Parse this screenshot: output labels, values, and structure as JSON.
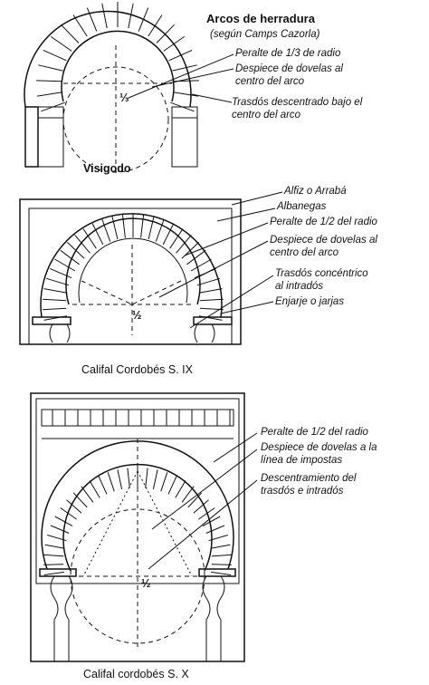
{
  "title": "Arcos de herradura",
  "subtitle": "(según Camps Cazorla)",
  "fig1": {
    "caption": "Visigodo",
    "labels": [
      "Peralte de 1/3 de radio",
      "Despiece de dovelas al",
      "centro del arco",
      "Trasdós descentrado bajo el",
      "centro del arco"
    ],
    "fraction": "⅓"
  },
  "fig2": {
    "caption": "Califal Cordobés S. IX",
    "labels": [
      "Alfiz o Arrabá",
      "Albanegas",
      "Peralte de 1/2 del radio",
      "Despiece de dovelas al",
      "centro del arco",
      "Trasdós concéntrico",
      "al intradós",
      "Enjarje o jarjas"
    ],
    "fraction": "½"
  },
  "fig3": {
    "caption": "Califal cordobés S. X",
    "labels": [
      "Peralte de 1/2 del radio",
      "Despiece de dovelas a la",
      "línea de impostas",
      "Descentramiento del",
      "trasdós e intradós"
    ],
    "fraction": "½"
  }
}
